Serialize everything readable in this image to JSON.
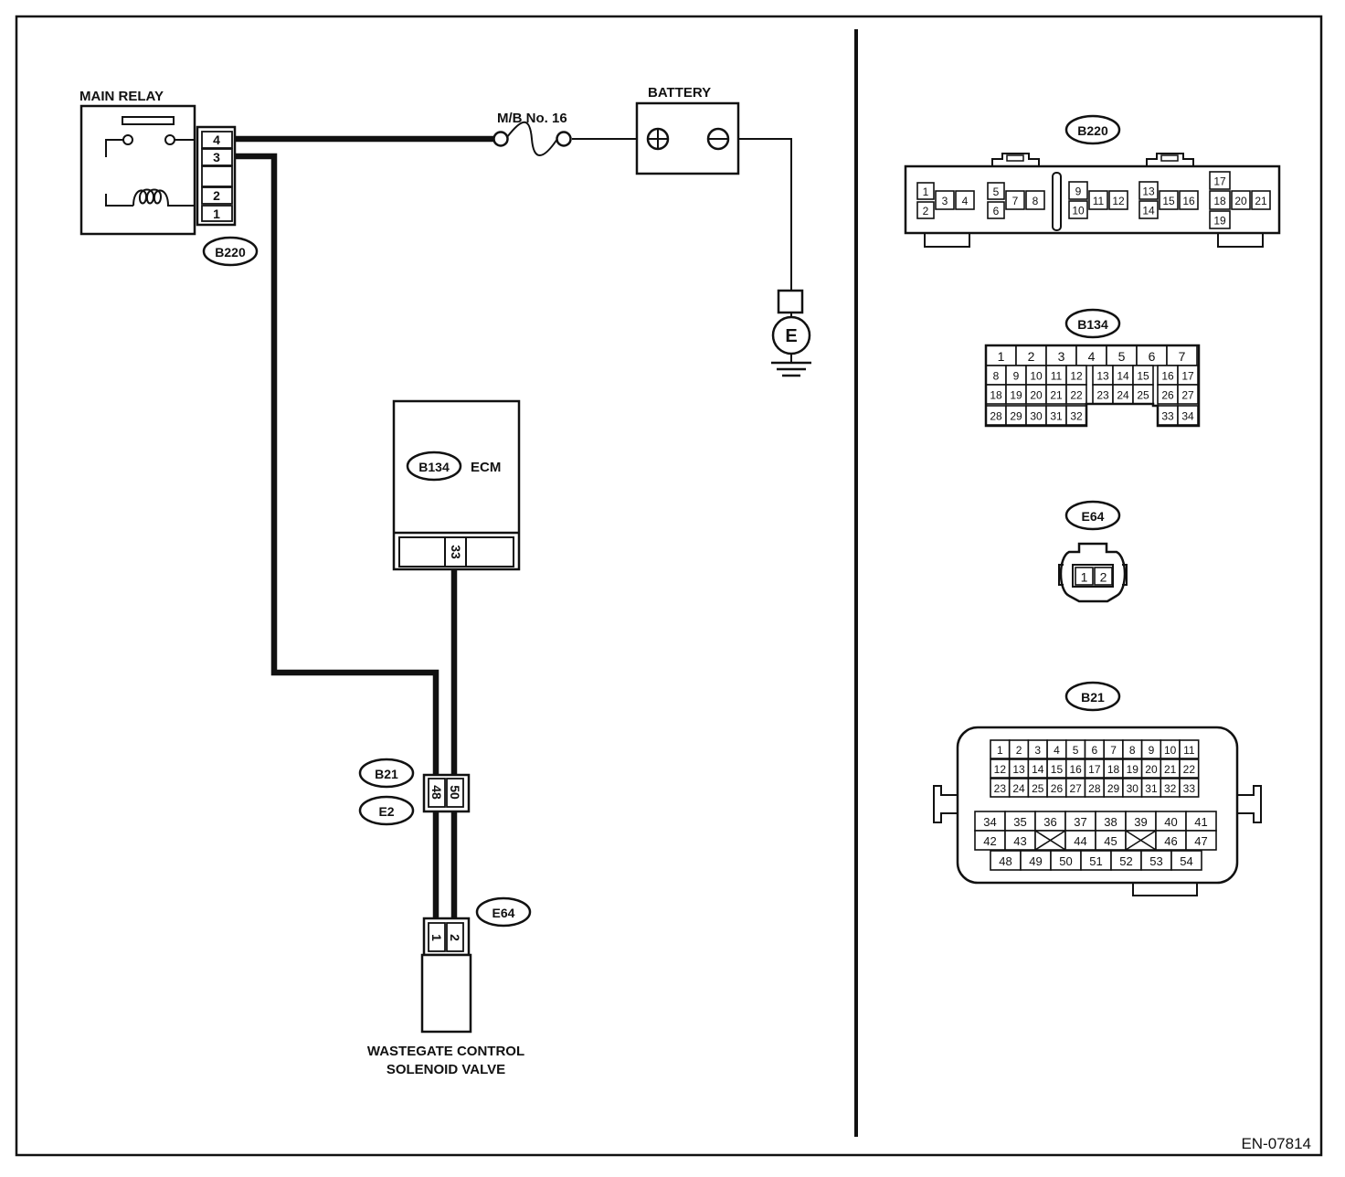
{
  "components": {
    "main_relay": {
      "label": "MAIN RELAY",
      "connector": "B220",
      "pins": [
        "4",
        "3",
        "2",
        "1"
      ]
    },
    "fuse": {
      "label": "M/B No. 16"
    },
    "battery": {
      "label": "BATTERY"
    },
    "ground": {
      "label": "E"
    },
    "ecm": {
      "label": "ECM",
      "connector": "B134",
      "pin": "33"
    },
    "junction": {
      "connectors": [
        "B21",
        "E2"
      ],
      "pins": [
        "48",
        "50"
      ]
    },
    "solenoid": {
      "label_line1": "WASTEGATE CONTROL",
      "label_line2": "SOLENOID VALVE",
      "connector": "E64",
      "pins": [
        "1",
        "2"
      ]
    }
  },
  "connector_views": {
    "b220": {
      "name": "B220"
    },
    "b134": {
      "name": "B134"
    },
    "e64": {
      "name": "E64"
    },
    "b21": {
      "name": "B21"
    }
  },
  "figure_code": "EN-07814"
}
